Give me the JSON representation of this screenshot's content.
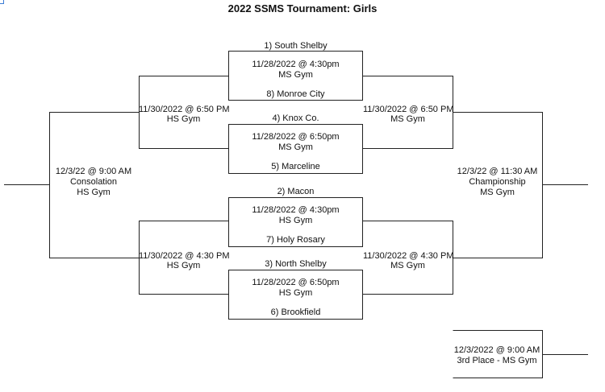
{
  "title": "2022 SSMS Tournament:  Girls",
  "first_round": [
    {
      "top_team": "1) South Shelby",
      "date": "11/28/2022 @ 4:30pm",
      "venue": "MS Gym",
      "bottom_team": "8) Monroe City"
    },
    {
      "top_team": "4) Knox Co.",
      "date": "11/28/2022 @ 6:50pm",
      "venue": "MS Gym",
      "bottom_team": "5) Marceline"
    },
    {
      "top_team": "2) Macon",
      "date": "11/28/2022 @ 4:30pm",
      "venue": "HS Gym",
      "bottom_team": "7) Holy Rosary"
    },
    {
      "top_team": "3) North Shelby",
      "date": "11/28/2022 @ 6:50pm",
      "venue": "HS Gym",
      "bottom_team": "6) Brookfield"
    }
  ],
  "semifinals_left": [
    {
      "date": "11/30/2022 @ 6:50 PM",
      "venue": "HS Gym"
    },
    {
      "date": "11/30/2022 @ 4:30 PM",
      "venue": "HS Gym"
    }
  ],
  "semifinals_right": [
    {
      "date": "11/30/2022 @ 6:50 PM",
      "venue": "MS Gym"
    },
    {
      "date": "11/30/2022 @ 4:30 PM",
      "venue": "MS Gym"
    }
  ],
  "consolation": {
    "date": "12/3/22 @ 9:00 AM",
    "name": "Consolation",
    "venue": "HS Gym"
  },
  "championship": {
    "date": "12/3/22 @ 11:30 AM",
    "name": "Championship",
    "venue": "MS Gym"
  },
  "third_place": {
    "date": "12/3/2022 @ 9:00 AM",
    "label": "3rd Place - MS Gym"
  }
}
